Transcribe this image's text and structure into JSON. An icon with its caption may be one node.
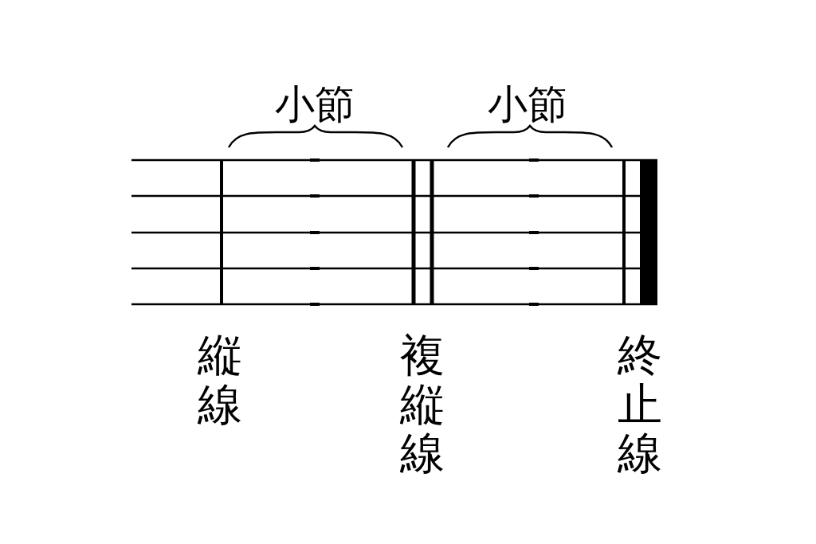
{
  "diagram": {
    "labels": [
      "小節",
      "小節",
      "縦線",
      "複縦線",
      "終止線"
    ]
  }
}
